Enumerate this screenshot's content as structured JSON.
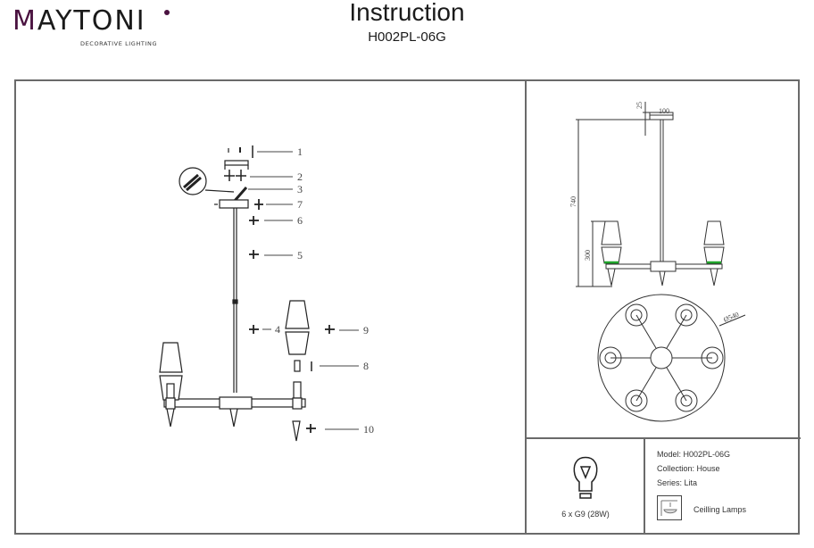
{
  "brand": {
    "name_first": "M",
    "name_rest": "AYTONI",
    "tagline": "DECORATIVE LIGHTING",
    "accent_color": "#4a1240"
  },
  "header": {
    "title": "Instruction",
    "model": "H002PL-06G"
  },
  "assembly_diagram": {
    "part_labels": [
      "1",
      "2",
      "3",
      "7",
      "6",
      "5",
      "4",
      "9",
      "8",
      "10"
    ]
  },
  "dimensions": {
    "height_total": "740",
    "lamp_height": "300",
    "canopy_height": "25",
    "canopy_width": "100",
    "diameter": "Ø540"
  },
  "specs": {
    "bulb": "6 x G9 (28W)",
    "model_line": "Model: H002PL-06G",
    "collection_line": "Collection: House",
    "series_line": "Series: Lita",
    "type": "Ceilling Lamps"
  },
  "colors": {
    "frame": "#6a6a6a",
    "highlight_green": "#1fa52a"
  }
}
